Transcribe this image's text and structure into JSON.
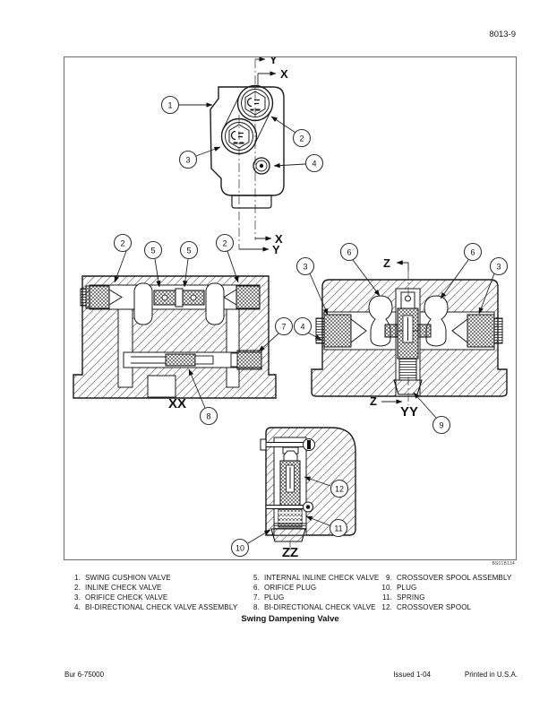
{
  "page_number": "8013-9",
  "figure": {
    "code": "BS01B134",
    "caption": "Swing Dampening Valve",
    "labels": {
      "y_top": "Y",
      "x_top": "X",
      "x_bottom": "X",
      "y_bottom": "Y",
      "z_top": "Z",
      "z_bottom": "Z",
      "section_xx": "XX",
      "section_yy": "YY",
      "section_zz": "ZZ"
    },
    "callouts": {
      "n1": "1",
      "n2": "2",
      "n3": "3",
      "n4": "4",
      "n5": "5",
      "n6": "6",
      "n7": "7",
      "n8": "8",
      "n9": "9",
      "n10": "10",
      "n11": "11",
      "n12": "12"
    }
  },
  "legend": {
    "columns": [
      {
        "items": [
          {
            "num": "1.",
            "label": "SWING CUSHION VALVE"
          },
          {
            "num": "2.",
            "label": "INLINE CHECK VALVE"
          },
          {
            "num": "3.",
            "label": "ORIFICE CHECK VALVE"
          },
          {
            "num": "4.",
            "label": "BI-DIRECTIONAL CHECK VALVE ASSEMBLY"
          }
        ]
      },
      {
        "items": [
          {
            "num": "5.",
            "label": "INTERNAL INLINE CHECK VALVE"
          },
          {
            "num": "6.",
            "label": "ORIFICE PLUG"
          },
          {
            "num": "7.",
            "label": "PLUG"
          },
          {
            "num": "8.",
            "label": "BI-DIRECTIONAL CHECK VALVE"
          }
        ]
      },
      {
        "items": [
          {
            "num": "9.",
            "label": "CROSSOVER SPOOL ASSEMBLY"
          },
          {
            "num": "10.",
            "label": "PLUG"
          },
          {
            "num": "11.",
            "label": "SPRING"
          },
          {
            "num": "12.",
            "label": "CROSSOVER SPOOL"
          }
        ]
      }
    ]
  },
  "footer": {
    "left": "Bur 6-75000",
    "issued": "Issued 1-04",
    "printed": "Printed in U.S.A."
  }
}
